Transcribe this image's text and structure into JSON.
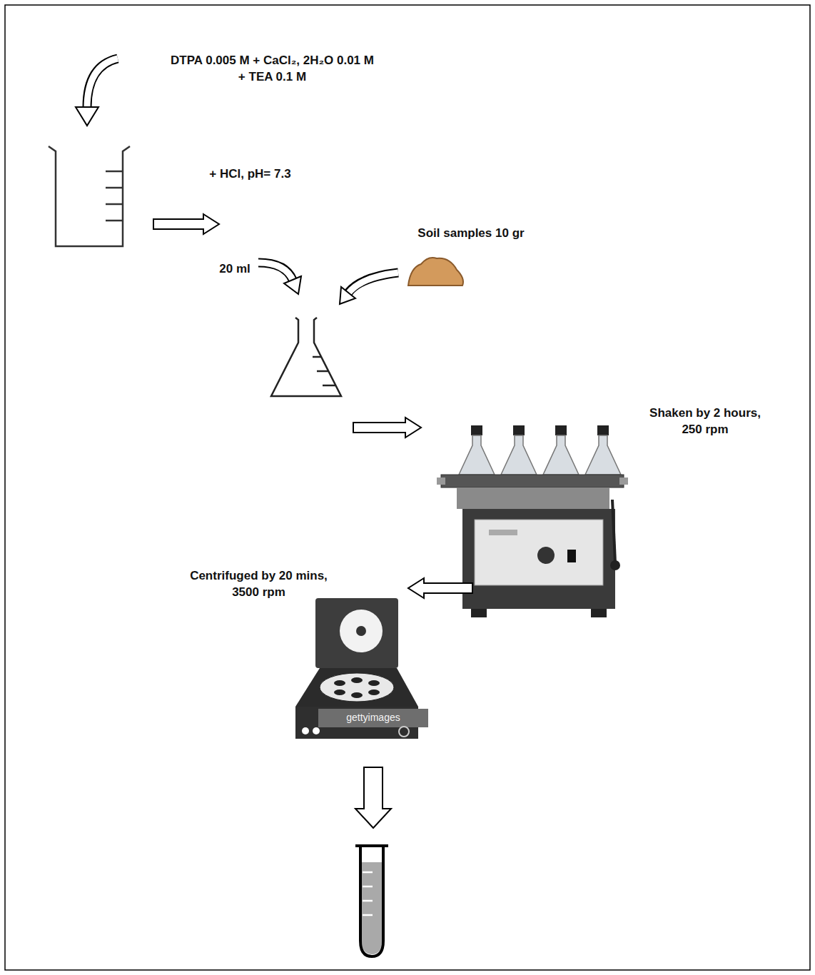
{
  "diagram": {
    "labels": [
      "DTPA 0.005 M + CaCl₂, 2H₂O 0.01 M + TEA 0.1 M",
      "+ HCl, pH= 7.3",
      "20 ml",
      "Soil samples 10 gr",
      "Shaken by 2 hours, 250 rpm",
      "Centrifuged by 20 mins, 3500 rpm",
      "gettyimages"
    ]
  }
}
